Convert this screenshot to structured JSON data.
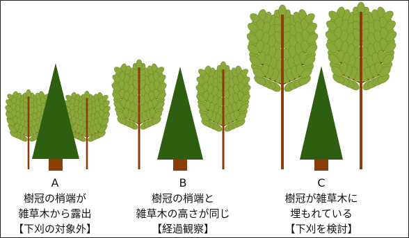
{
  "colors": {
    "conifer": "#2e5f10",
    "trunk": "#8a3d08",
    "leaf": "#8ba83a",
    "leaf_edge": "#6f8c28",
    "background": "#ffffff",
    "text": "#111111"
  },
  "groups": [
    {
      "letter": "A",
      "lines": [
        "樹冠の梢端が",
        "雑草木から露出",
        "【下刈の対象外】"
      ]
    },
    {
      "letter": "B",
      "lines": [
        "樹冠の梢端と",
        "雑草木の高さが同じ",
        "【経過観察】"
      ]
    },
    {
      "letter": "C",
      "lines": [
        "樹冠が雑草木に",
        "埋もれている",
        "【下刈を検討】"
      ]
    }
  ]
}
